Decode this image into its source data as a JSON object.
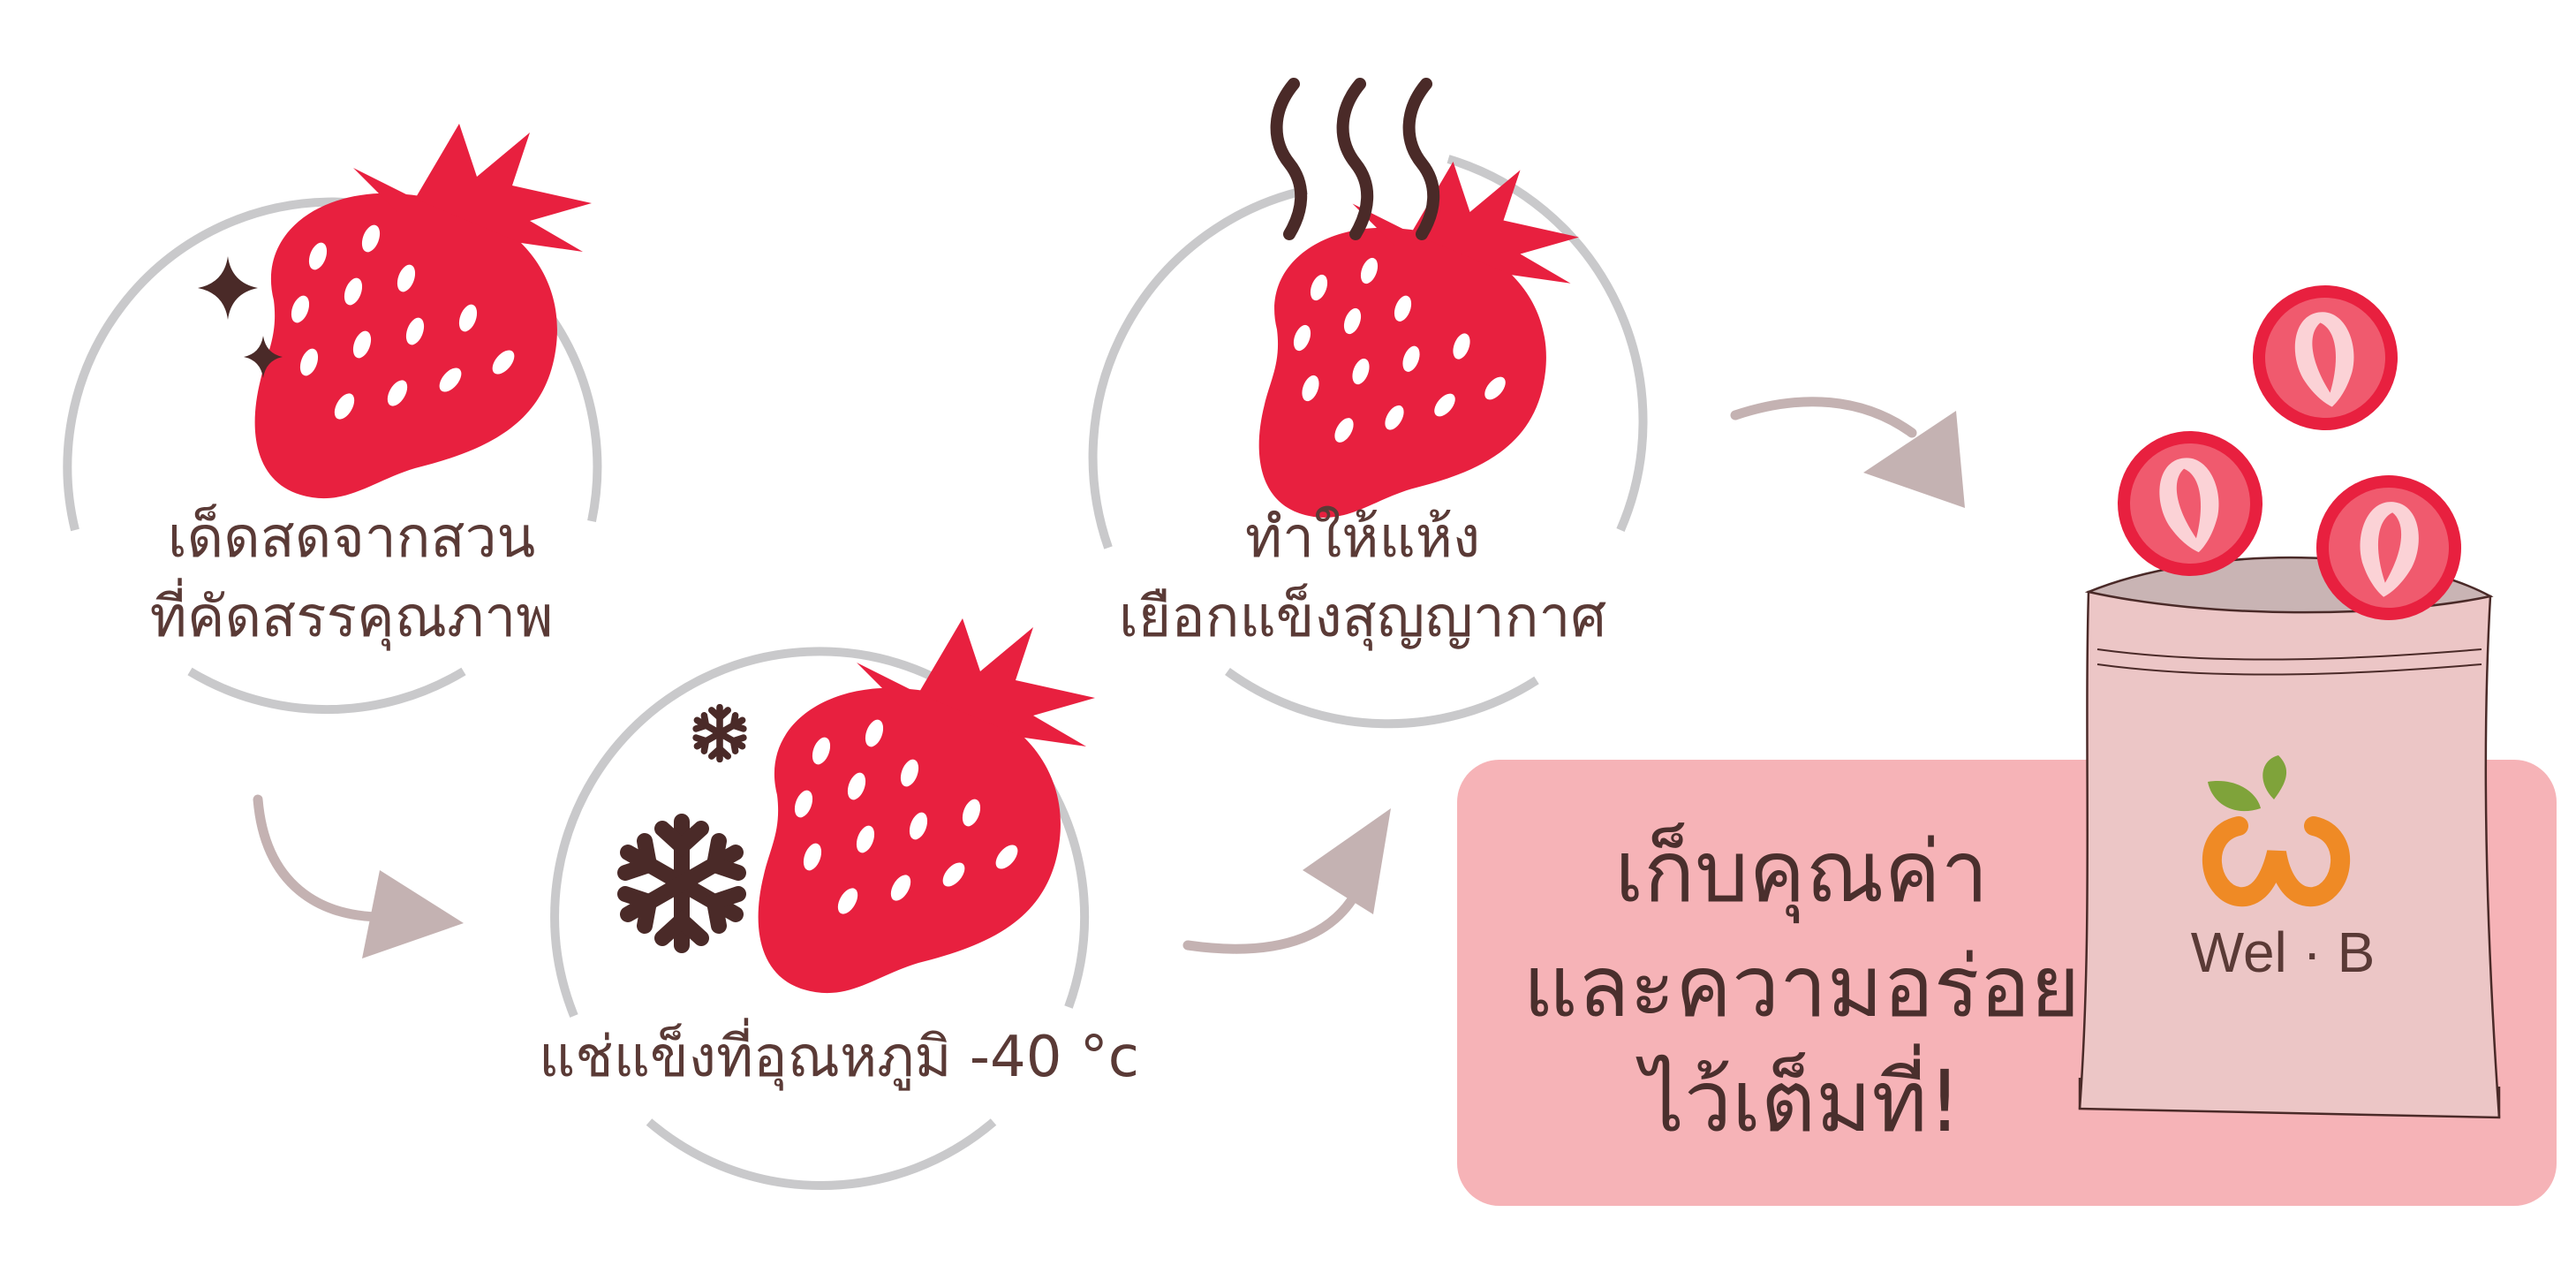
{
  "steps": [
    {
      "id": "pick",
      "lines": [
        "เด็ดสดจากสวน",
        "ที่คัดสรรคุณภาพ"
      ]
    },
    {
      "id": "freeze",
      "lines": [
        "แช่แข็งที่อุณหภูมิ -40 °c"
      ]
    },
    {
      "id": "dry",
      "lines": [
        "ทำให้แห้ง",
        "เยือกแข็งสุญญากาศ"
      ]
    }
  ],
  "callout": {
    "lines": [
      "เก็บคุณค่า",
      "และความอร่อย",
      "ไว้เต็มที่!"
    ]
  },
  "brand": {
    "name": "Wel · B"
  },
  "colors": {
    "strawberry": "#e8203f",
    "circle": "#c9c9cb",
    "arrow": "#c4b2b2",
    "text": "#5a3a36",
    "callout_bg": "#f6b3b7",
    "bag": "#ecc6c6",
    "dark": "#4a2a28"
  },
  "icons": [
    "sparkle-icon",
    "snowflake-icon",
    "steam-icon",
    "strawberry-icon",
    "bag-icon"
  ]
}
